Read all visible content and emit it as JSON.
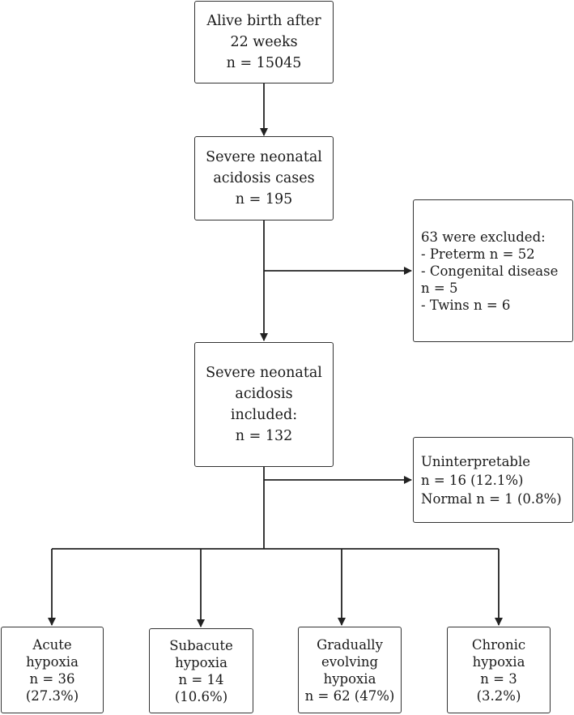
{
  "flowchart": {
    "births": {
      "lines": [
        "Alive birth after",
        "22 weeks",
        "n = 15045"
      ]
    },
    "cases": {
      "lines": [
        "Severe neonatal",
        "acidosis cases",
        "n = 195"
      ]
    },
    "excluded": {
      "lines": [
        "63 were excluded:",
        "- Preterm n = 52",
        "- Congenital disease",
        "n = 5",
        "- Twins  n = 6"
      ]
    },
    "included": {
      "lines": [
        "Severe neonatal",
        "acidosis",
        "included:",
        "n = 132"
      ]
    },
    "uninterpretable": {
      "lines": [
        "Uninterpretable",
        "n = 16 (12.1%)",
        "Normal n = 1 (0.8%)"
      ]
    },
    "outcomes": [
      {
        "lines": [
          "Acute",
          "hypoxia",
          "n = 36",
          "(27.3%)"
        ]
      },
      {
        "lines": [
          "Subacute",
          "hypoxia",
          "n = 14",
          "(10.6%)"
        ]
      },
      {
        "lines": [
          "Gradually",
          "evolving",
          "hypoxia",
          "n = 62 (47%)"
        ]
      },
      {
        "lines": [
          "Chronic",
          "hypoxia",
          "n = 3",
          "(3.2%)"
        ]
      }
    ]
  }
}
